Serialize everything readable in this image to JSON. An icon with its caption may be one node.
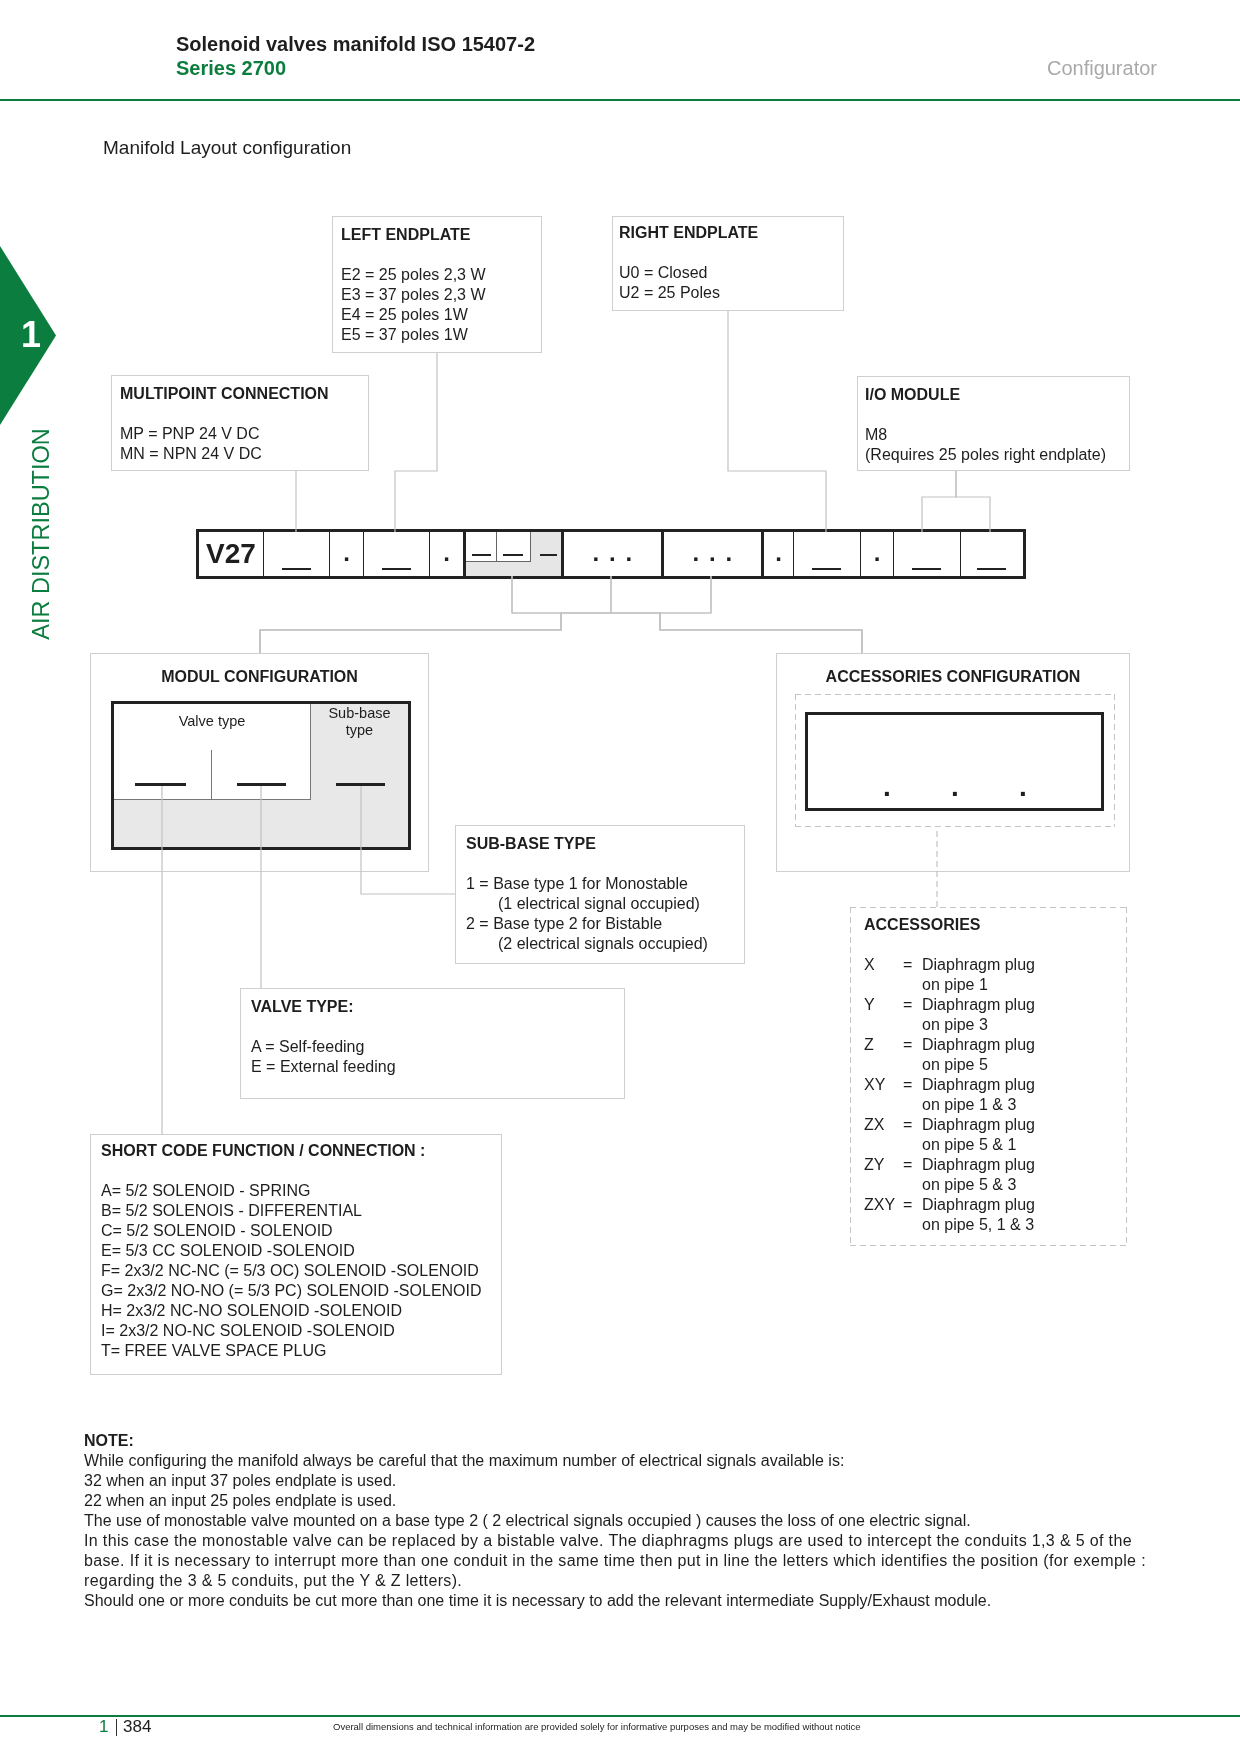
{
  "diagram": {
    "title": "Manifold Layout configuration",
    "nodes": [
      {
        "text": [
          "LEFT ENDPLATE",
          "E2 = 25 poles 2,3 W",
          "E3 = 37 poles 2,3 W",
          "E4 = 25 poles 1W",
          "E5 = 37 poles 1W"
        ]
      },
      {
        "text": [
          "RIGHT ENDPLATE",
          "U0 = Closed",
          "U2 = 25 Poles"
        ]
      },
      {
        "text": [
          "MULTIPOINT CONNECTION",
          "MP = PNP 24 V DC",
          "MN = NPN 24 V DC"
        ]
      },
      {
        "text": [
          "I/O MODULE",
          "M8",
          "(Requires 25 poles right endplate)"
        ]
      },
      {
        "text": [],
        "shape": "bar"
      },
      {
        "text": [
          "V27"
        ],
        "in": 4
      },
      {
        "text": [],
        "shape": "box",
        "in": 4
      },
      {
        "text": [
          "."
        ],
        "in": 4
      },
      {
        "text": [],
        "shape": "box",
        "in": 4
      },
      {
        "text": [
          "."
        ],
        "in": 4
      },
      {
        "text": [],
        "shape": "box",
        "in": 4
      },
      {
        "text": [
          "..."
        ],
        "in": 4
      },
      {
        "text": [
          "..."
        ],
        "in": 4
      },
      {
        "text": [
          "."
        ],
        "in": 4
      },
      {
        "text": [],
        "shape": "box",
        "in": 4
      },
      {
        "text": [
          "."
        ],
        "in": 4
      },
      {
        "text": [],
        "shape": "box",
        "in": 4
      },
      {
        "text": [],
        "shape": "box",
        "in": 4
      },
      {
        "text": [
          "MODUL CONFIGURATION"
        ]
      },
      {
        "text": [],
        "shape": "box",
        "in": 18
      },
      {
        "text": [
          "Valve type"
        ],
        "in": 19
      },
      {
        "text": [],
        "shape": "line",
        "in": 20
      },
      {
        "text": [],
        "shape": "line",
        "in": 20
      },
      {
        "text": [
          "Sub-base type"
        ],
        "in": 19
      },
      {
        "text": [],
        "shape": "line",
        "in": 23
      },
      {
        "text": [
          "ACCESSORIES CONFIGURATION"
        ]
      },
      {
        "text": [],
        "shape": "box",
        "in": 25
      },
      {
        "text": [
          "..."
        ],
        "in": 26
      },
      {
        "text": [
          "SUB-BASE TYPE",
          "1 = Base type 1 for Monostable",
          "(1 electrical signal occupied)",
          "2 = Base type 2 for Bistable",
          "(2 electrical signals occupied)"
        ]
      },
      {
        "text": [
          "ACCESSORIES",
          "X",
          "=",
          "Diaphragm plug on pipe 1",
          "Y",
          "=",
          "Diaphragm plug on pipe 3",
          "Z",
          "=",
          "Diaphragm plug on pipe 5",
          "XY",
          "=",
          "Diaphragm plug on pipe 1 & 3",
          "ZX",
          "=",
          "Diaphragm plug on pipe 5 & 1",
          "ZY",
          "=",
          "Diaphragm plug on pipe 5 & 3",
          "ZXY",
          "=",
          "Diaphragm plug on pipe 5, 1 & 3"
        ]
      },
      {
        "text": [
          "VALVE TYPE:",
          "A = Self-feeding",
          "E = External feeding"
        ]
      },
      {
        "text": [
          "SHORT CODE FUNCTION / CONNECTION :",
          "A= 5/2 SOLENOID - SPRING",
          "B= 5/2 SOLENOIS - DIFFERENTIAL",
          "C= 5/2 SOLENOID - SOLENOID",
          "E= 5/3 CC SOLENOID -SOLENOID",
          "F= 2x3/2 NC-NC (= 5/3 OC) SOLENOID -SOLENOID",
          "G= 2x3/2 NO-NO (= 5/3 PC) SOLENOID -SOLENOID",
          "H= 2x3/2 NC-NO SOLENOID -SOLENOID",
          "I= 2x3/2 NO-NC SOLENOID -SOLENOID",
          "T= FREE VALVE SPACE PLUG"
        ]
      }
    ],
    "edges": [
      {
        "from": 2,
        "to": 6,
        "arrow": "none"
      },
      {
        "from": 0,
        "to": 8,
        "arrow": "none"
      },
      {
        "from": 1,
        "to": 14,
        "arrow": "none"
      },
      {
        "from": 3,
        "to": 16,
        "arrow": "none"
      },
      {
        "from": 3,
        "to": 17,
        "arrow": "none"
      },
      {
        "from": 18,
        "to": 10,
        "arrow": "none"
      },
      {
        "from": 18,
        "to": 11,
        "arrow": "none"
      },
      {
        "from": 18,
        "to": 12,
        "arrow": "none"
      },
      {
        "from": 25,
        "to": 10,
        "arrow": "none"
      },
      {
        "from": 25,
        "to": 11,
        "arrow": "none"
      },
      {
        "from": 25,
        "to": 12,
        "arrow": "none"
      },
      {
        "from": 28,
        "to": 24,
        "arrow": "none"
      },
      {
        "from": 30,
        "to": 22,
        "arrow": "none"
      },
      {
        "from": 31,
        "to": 21,
        "arrow": "none"
      },
      {
        "from": 29,
        "to": 26,
        "arrow": "none",
        "style": "dashed"
      }
    ],
    "labels": [
      "Solenoid valves manifold ISO 15407-2",
      "Series 2700",
      "Configurator",
      "1",
      "AIR DISTRIBUTION",
      "NOTE:",
      "While configuring the manifold always be careful that the maximum number of electrical signals available is:",
      "32 when an input 37 poles endplate is used.",
      "22 when an input 25 poles endplate is used.",
      "The use of monostable valve mounted on a base type 2 ( 2 electrical signals occupied ) causes the loss of one electric signal.",
      "In this case the monostable valve can be replaced by a bistable valve. The diaphragms plugs are used to intercept the conduits 1,3 & 5 of the base. If it is necessary to interrupt more than one conduit in the same time then put in line the letters which identifies the position (for exemple : regarding the 3 & 5 conduits, put the Y & Z letters).",
      "Should one or more conduits be cut more than one time it is necessary to add the relevant intermediate Supply/Exhaust module.",
      "1",
      "384",
      "Overall dimensions and technical information are provided solely for informative purposes and may be modified without notice"
    ]
  }
}
